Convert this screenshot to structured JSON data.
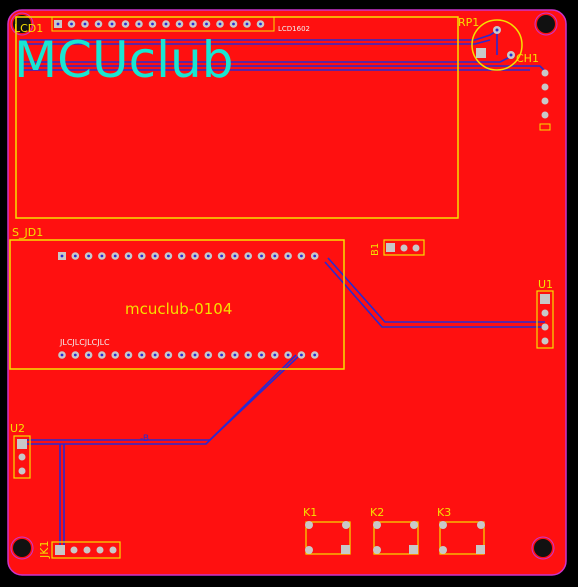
{
  "board": {
    "logo": "MCUclub",
    "center_label": "mcuclub-0104",
    "small_label": "JLCJLCJLCJLC",
    "trace_label": "-B",
    "lcd_side_label": "LCD1602"
  },
  "designators": {
    "lcd": "LCD1",
    "rp": "RP1",
    "ch": "CH1",
    "sjd": "S_JD1",
    "b": "B1",
    "u1": "U1",
    "u2": "U2",
    "jk": "JK1",
    "k1": "K1",
    "k2": "K2",
    "k3": "K3"
  },
  "colors": {
    "board": "#ff1010",
    "silk": "#f5e000",
    "trace": "#2a2ad0",
    "logo": "#19e6d2",
    "outline": "#cc33cc",
    "pad": "#c8c8c8"
  }
}
